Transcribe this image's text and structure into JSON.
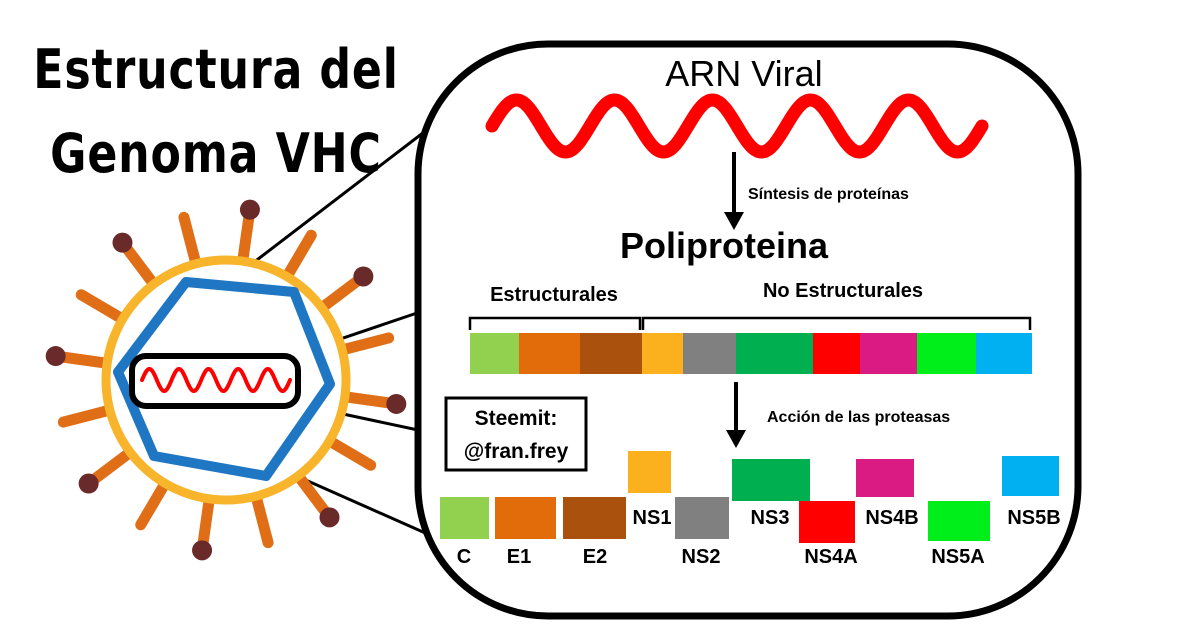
{
  "title": {
    "line1": "Estructura del",
    "line2": "Genoma VHC"
  },
  "rna_label": "ARN Viral",
  "step1_label": "Síntesis de proteínas",
  "polyprotein_label": "Poliproteina",
  "group_structural": "Estructurales",
  "group_nonstructural": "No Estructurales",
  "step2_label": "Acción de las proteasas",
  "credit": {
    "line1": "Steemit:",
    "line2": "@fran.frey"
  },
  "colors": {
    "rna": "#ff0000",
    "capsid_ring": "#f8b42a",
    "envelope_hex": "#1f77c4",
    "spike_stem": "#e06e16",
    "spike_head": "#6b2a2a"
  },
  "proteins": [
    {
      "name": "C",
      "color": "#92d050"
    },
    {
      "name": "E1",
      "color": "#e36c0a"
    },
    {
      "name": "E2",
      "color": "#a9510d"
    },
    {
      "name": "NS1",
      "color": "#fbb01e"
    },
    {
      "name": "NS2",
      "color": "#808080"
    },
    {
      "name": "NS3",
      "color": "#00b050"
    },
    {
      "name": "NS4A",
      "color": "#ff0000"
    },
    {
      "name": "NS4B",
      "color": "#d91b83"
    },
    {
      "name": "NS5A",
      "color": "#00ee1a"
    },
    {
      "name": "NS5B",
      "color": "#00b0f0"
    }
  ]
}
